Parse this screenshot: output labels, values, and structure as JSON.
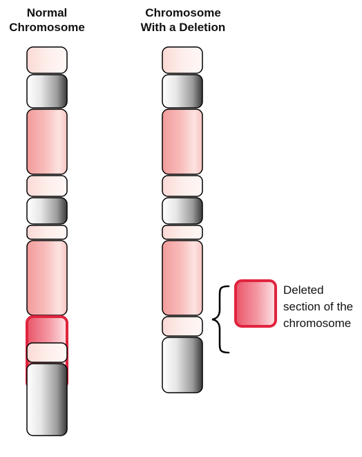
{
  "titles": {
    "normal_line1": "Normal",
    "normal_line2": "Chromosome",
    "deletion_line1": "Chromosome",
    "deletion_line2": "With a Deletion"
  },
  "annotation": {
    "line1": "Deleted",
    "line2": "section of the",
    "line3": "chromosome"
  },
  "colors": {
    "band_outline": "#000000",
    "pink_band": "#f4a7a6",
    "pale_band": "#fde9e6",
    "gray_band": "#9a9a9a",
    "deleted_outline": "#e0243e",
    "deleted_fill": "#ef6f7f"
  }
}
